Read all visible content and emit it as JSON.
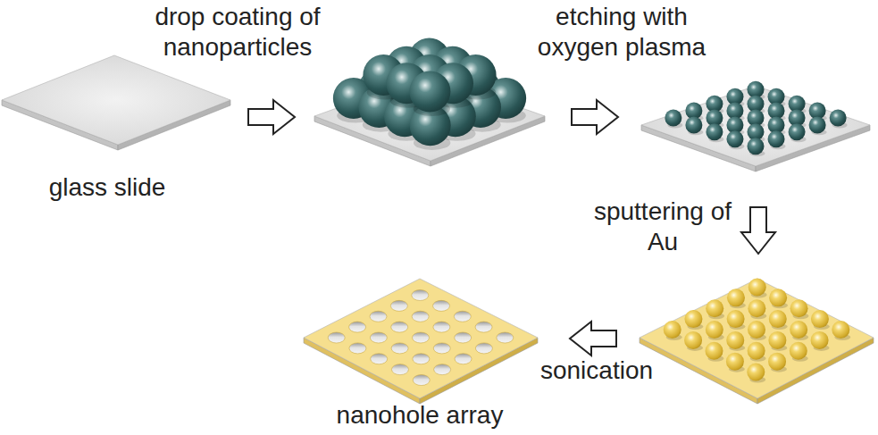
{
  "diagram": {
    "labels": [
      "drop coating of nanoparticles",
      "etching with oxygen plasma",
      "glass slide",
      "sputtering of Au",
      "sonication",
      "nanohole array"
    ]
  }
}
